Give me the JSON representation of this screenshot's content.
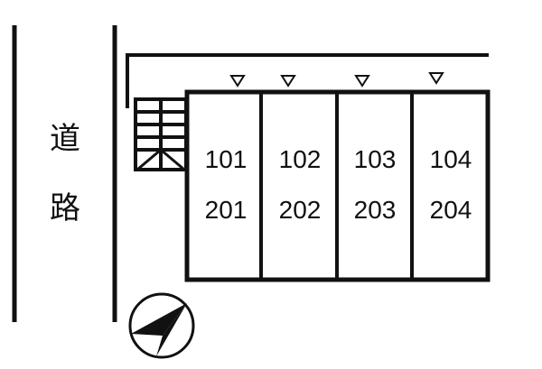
{
  "road_label": [
    "道",
    "路"
  ],
  "units": [
    {
      "upper": "101",
      "lower": "201"
    },
    {
      "upper": "102",
      "lower": "202"
    },
    {
      "upper": "103",
      "lower": "203"
    },
    {
      "upper": "104",
      "lower": "204"
    }
  ],
  "entrance_markers": 4,
  "compass": "north-arrow-icon",
  "colors": {
    "line": "#111111",
    "background": "#ffffff"
  }
}
